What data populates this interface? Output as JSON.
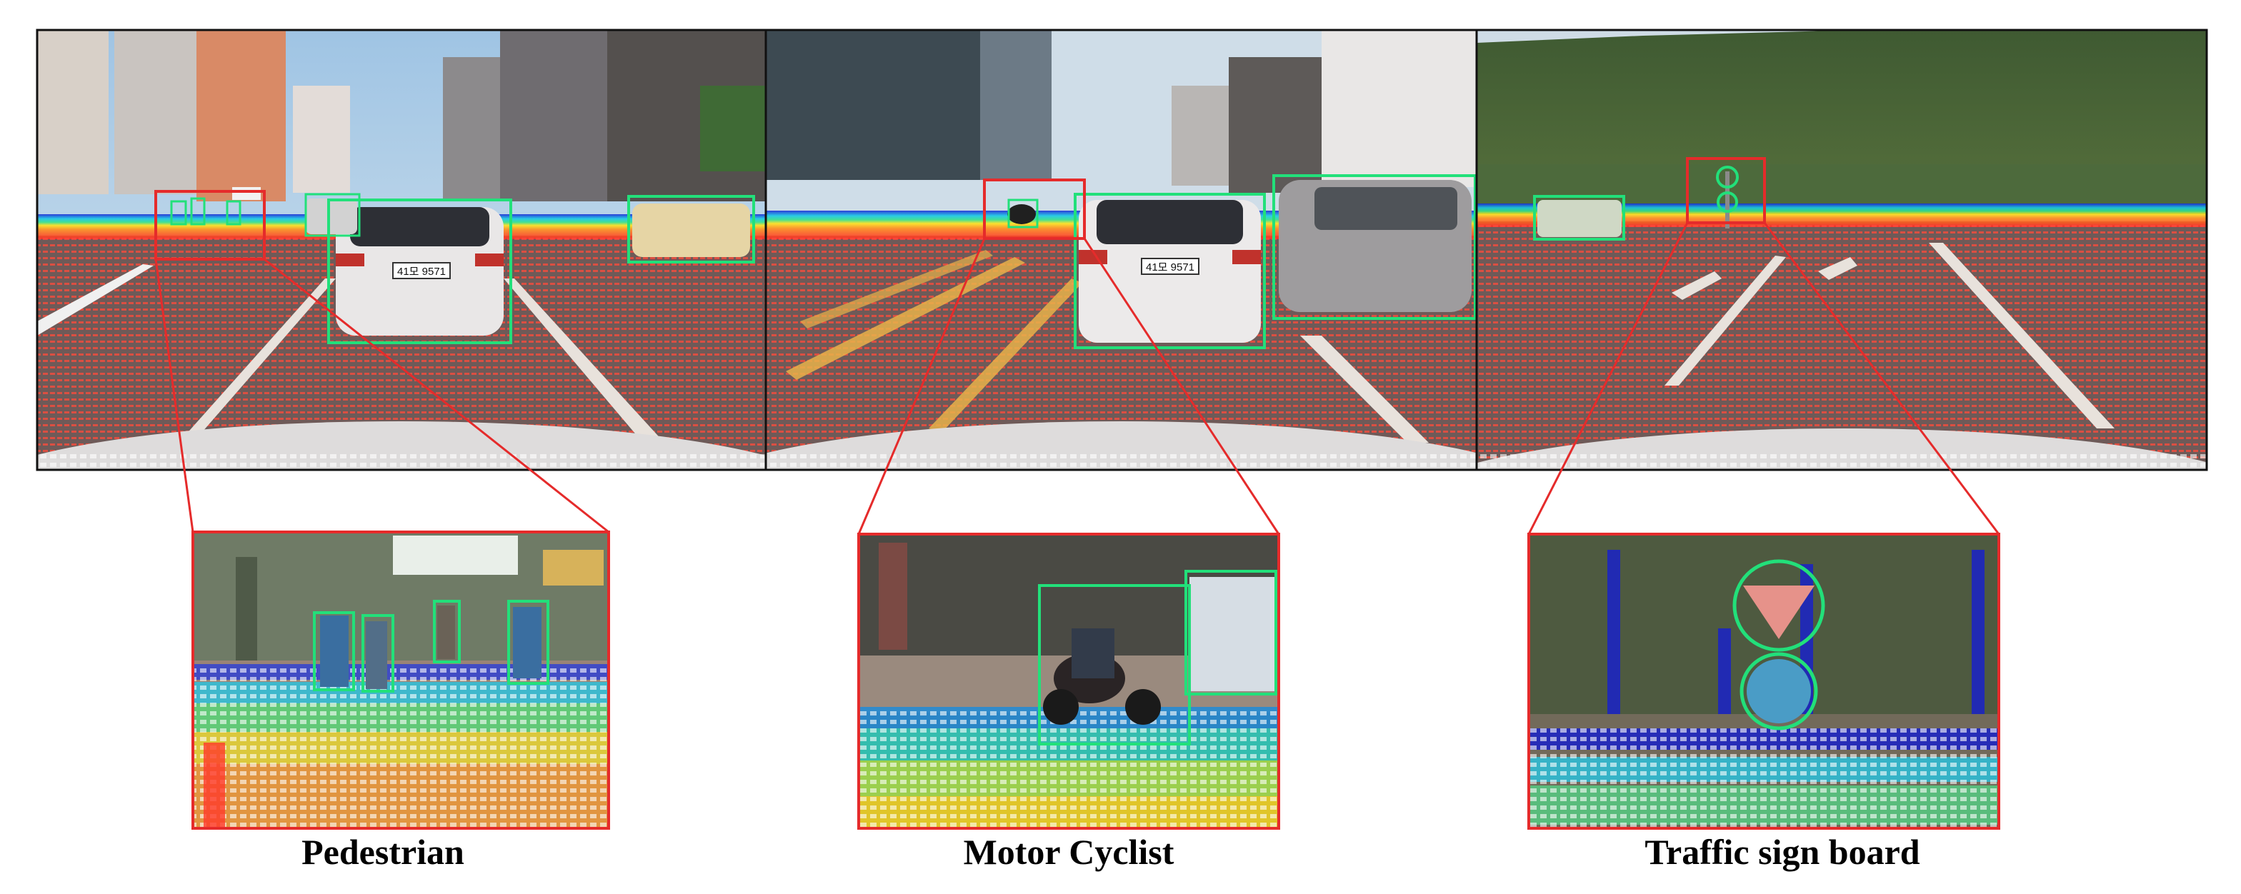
{
  "figure": {
    "captions": [
      "Pedestrian",
      "Motor Cyclist",
      "Traffic sign board"
    ],
    "license_plate": "41모 9571"
  },
  "colors": {
    "detection_box": "#22e07a",
    "zoom_box": "#e52b2b",
    "road": "#6e5a58",
    "lidar_near": "#ff3b2f",
    "lidar_mid": "#ffd21a",
    "lidar_far": "#1a2bd6"
  },
  "icons": {
    "lidar_points": "lidar-point-cloud",
    "zoom_connector": "zoom-lines"
  }
}
